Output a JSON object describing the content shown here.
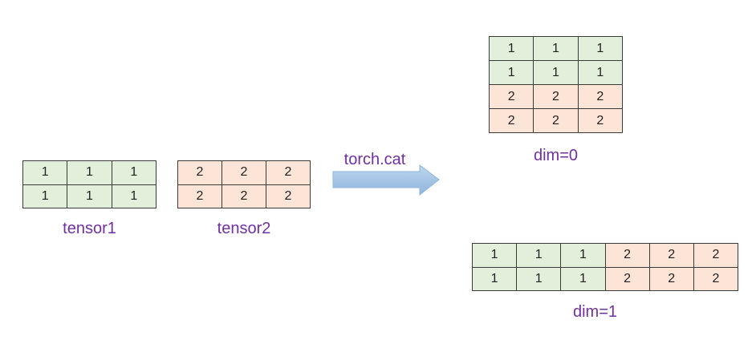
{
  "colors": {
    "green": "#e2efda",
    "orange": "#fce4d6",
    "label": "#7030a0",
    "arrow": "#9dc3e6"
  },
  "tensor1": {
    "label": "tensor1",
    "rows": [
      [
        "1",
        "1",
        "1"
      ],
      [
        "1",
        "1",
        "1"
      ]
    ],
    "fills": [
      [
        "g",
        "g",
        "g"
      ],
      [
        "g",
        "g",
        "g"
      ]
    ]
  },
  "tensor2": {
    "label": "tensor2",
    "rows": [
      [
        "2",
        "2",
        "2"
      ],
      [
        "2",
        "2",
        "2"
      ]
    ],
    "fills": [
      [
        "o",
        "o",
        "o"
      ],
      [
        "o",
        "o",
        "o"
      ]
    ]
  },
  "operation": {
    "label": "torch.cat"
  },
  "result_dim0": {
    "label": "dim=0",
    "rows": [
      [
        "1",
        "1",
        "1"
      ],
      [
        "1",
        "1",
        "1"
      ],
      [
        "2",
        "2",
        "2"
      ],
      [
        "2",
        "2",
        "2"
      ]
    ],
    "fills": [
      [
        "g",
        "g",
        "g"
      ],
      [
        "g",
        "g",
        "g"
      ],
      [
        "o",
        "o",
        "o"
      ],
      [
        "o",
        "o",
        "o"
      ]
    ]
  },
  "result_dim1": {
    "label": "dim=1",
    "rows": [
      [
        "1",
        "1",
        "1",
        "2",
        "2",
        "2"
      ],
      [
        "1",
        "1",
        "1",
        "2",
        "2",
        "2"
      ]
    ],
    "fills": [
      [
        "g",
        "g",
        "g",
        "o",
        "o",
        "o"
      ],
      [
        "g",
        "g",
        "g",
        "o",
        "o",
        "o"
      ]
    ]
  }
}
